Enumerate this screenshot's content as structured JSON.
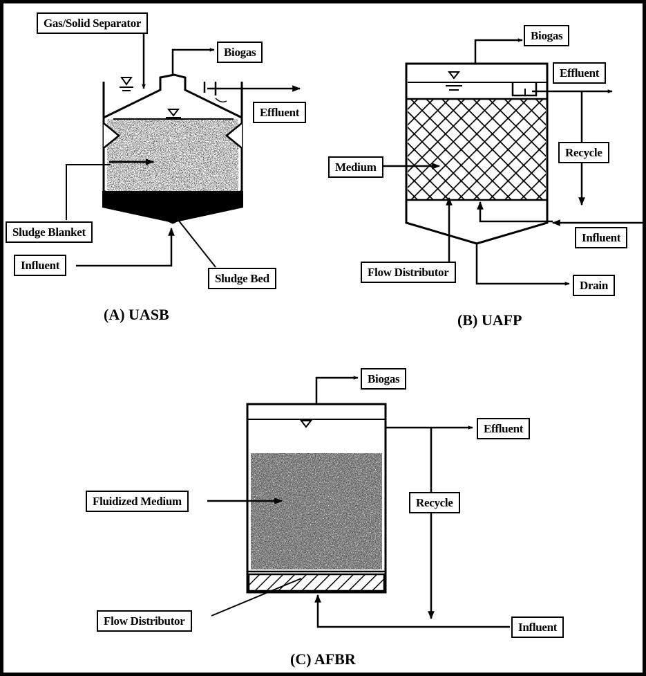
{
  "uasb": {
    "caption": "(A) UASB",
    "gas_solid_separator": "Gas/Solid Separator",
    "biogas": "Biogas",
    "effluent": "Effluent",
    "sludge_blanket": "Sludge Blanket",
    "influent": "Influent",
    "sludge_bed": "Sludge Bed"
  },
  "uafp": {
    "caption": "(B) UAFP",
    "biogas": "Biogas",
    "effluent": "Effluent",
    "recycle": "Recycle",
    "medium": "Medium",
    "influent": "Influent",
    "flow_distributor": "Flow Distributor",
    "drain": "Drain"
  },
  "afbr": {
    "caption": "(C) AFBR",
    "biogas": "Biogas",
    "effluent": "Effluent",
    "recycle": "Recycle",
    "fluidized_medium": "Fluidized Medium",
    "flow_distributor": "Flow Distributor",
    "influent": "Influent"
  }
}
